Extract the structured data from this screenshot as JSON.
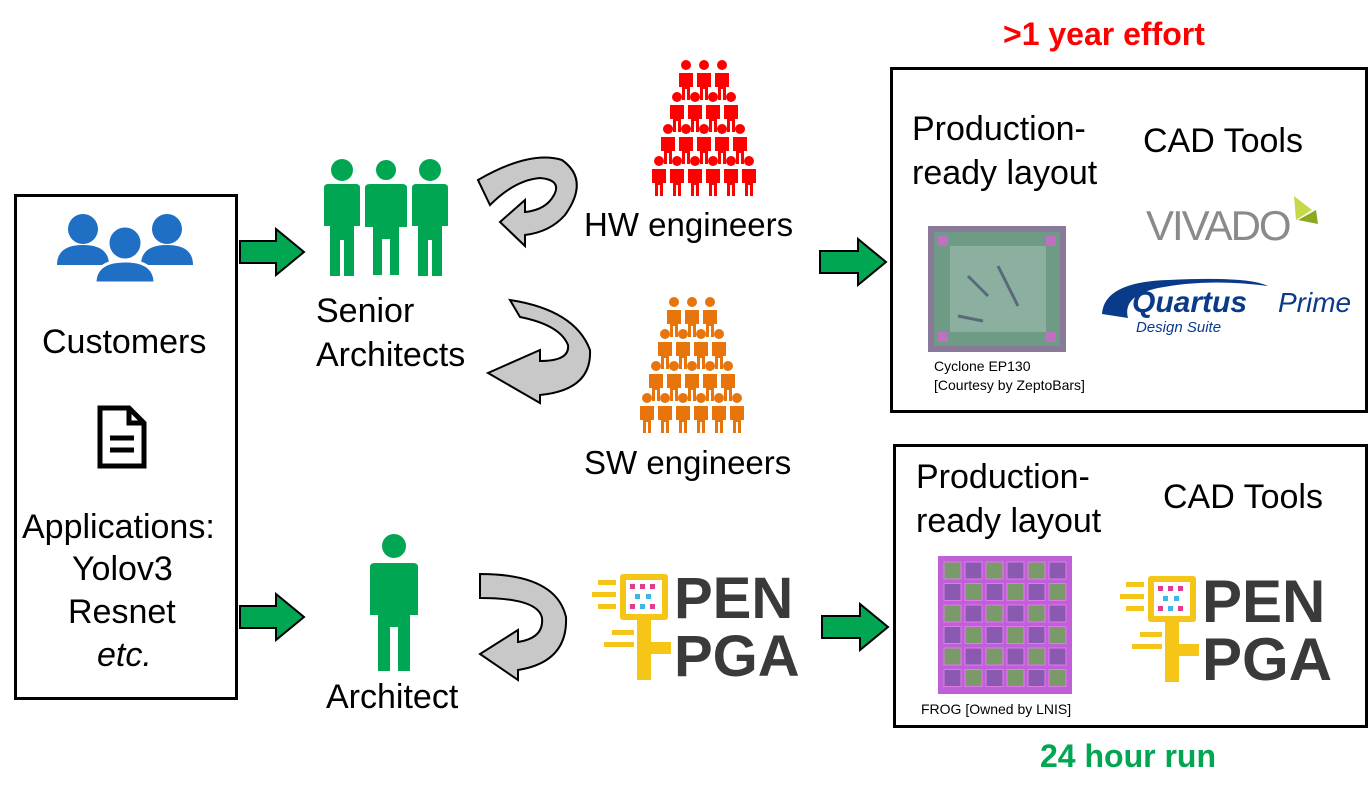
{
  "header": {
    "effort": ">1 year effort",
    "run": "24 hour run"
  },
  "inputs": {
    "customers": "Customers",
    "applications": [
      "Applications:",
      "Yolov3",
      "Resnet",
      "etc."
    ]
  },
  "roles": {
    "senior": [
      "Senior",
      "Architects"
    ],
    "hw": "HW engineers",
    "sw": "SW engineers",
    "architect": "Architect"
  },
  "top_box": {
    "layout": [
      "Production-",
      "ready layout"
    ],
    "cad": "CAD Tools",
    "chip_caption": [
      "Cyclone EP130",
      "[Courtesy by ZeptoBars]"
    ],
    "vivado": "VIVADO",
    "quartus": "Quartus",
    "prime": "Prime",
    "design_suite": "Design Suite"
  },
  "bottom_box": {
    "layout": [
      "Production-",
      "ready layout"
    ],
    "cad": "CAD Tools",
    "chip_caption": "FROG [Owned by LNIS]"
  },
  "openfpga": {
    "line1": "PEN",
    "line2": "PGA"
  },
  "colors": {
    "red": "#ff0000",
    "orange": "#e8740c",
    "green": "#00a651",
    "blue": "#1f6fc5"
  }
}
